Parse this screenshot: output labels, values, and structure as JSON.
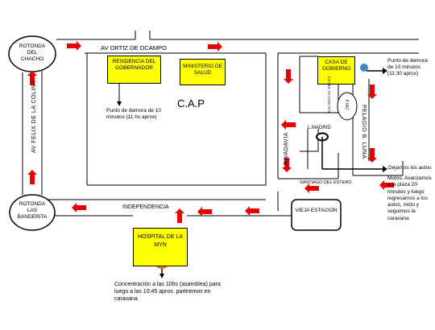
{
  "streets": {
    "av_ortiz": "AV ORTIZ DE OCAMPO",
    "av_felix": "AV FELIX DE LA COLINA",
    "rivadavia": "RIVADAVIA",
    "pelagio": "PELAGIO B. LUNA",
    "independencia": "INDEPENDENCIA",
    "santiago": "SANTIAGO DEL ESTERO",
    "l_madrid": "L.MADRID",
    "fiac": "FIAC",
    "dalmacio": "DALMACIO VELEZ"
  },
  "places": {
    "rotonda_chacho": "ROTONDA DEL CHACHO",
    "rotonda_banderita": "ROTONDA LAS BANDERITA",
    "residencia": "RESIDENCIA DEL GOBERNADOR",
    "ministerio": "MINISTERIO DE SALUD",
    "casa_gobierno": "CASA DE GOBIERNO",
    "cap": "C.A.P",
    "vieja_estacion": "VIEJA ESTACION",
    "hospital": "HOSPITAL DE LA MYN"
  },
  "notes": {
    "demora_1": "Punto de demora de 10 minutos (11 hs aprox)",
    "demora_2": "Punto de demora de 10 minutos (11:30 aprox)",
    "dejamos": "Dejamos los autos",
    "motos": "Motos, Avanzamos a la plaza 20 minutos y luego regresamos a los autos, moto y seguimos la caravana",
    "concentracion": "Concentración a las 10hs (asamblea) para luego a las 10:45 aprox. partiremos en caravana"
  },
  "colors": {
    "arrow": "#e60000",
    "building": "#ffff00",
    "marker_blue": "#3f88c5",
    "marker_orange": "#f0781e"
  }
}
